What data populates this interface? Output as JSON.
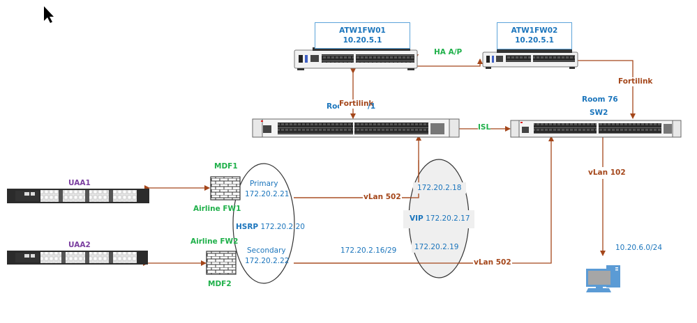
{
  "diagram": {
    "firewalls": [
      {
        "name": "ATW1FW01",
        "ip": "10.20.5.1"
      },
      {
        "name": "ATW1FW02",
        "ip": "10.20.5.1"
      }
    ],
    "ha_label": "HA A/P",
    "fortilink_labels": [
      "Fortilink",
      "Fortilink"
    ],
    "switch1_label": {
      "partial_prefix": "Roo",
      "partial_suffix": "/1"
    },
    "switch2_label": {
      "room": "Room 76",
      "name": "SW2"
    },
    "isl_label": "ISL",
    "servers": [
      {
        "name": "UAA1"
      },
      {
        "name": "UAA2"
      }
    ],
    "airline_firewalls": [
      {
        "site": "MDF1",
        "name": "Airline FW1"
      },
      {
        "site": "MDF2",
        "name": "Airline FW2"
      }
    ],
    "hsrp_group": {
      "primary_label": "Primary",
      "primary_ip": "172.20.2.21",
      "hsrp_prefix": "HSRP",
      "hsrp_ip": "172.20.2.20",
      "secondary_label": "Secondary",
      "secondary_ip": "172.20.2.22"
    },
    "vip_group": {
      "ip_top": "172.20.2.18",
      "vip_prefix": "VIP",
      "vip_ip": "172.20.2.17",
      "ip_bottom": "172.20.2.19"
    },
    "subnet_label": "172.20.2.16/29",
    "vlan_labels": [
      "vLan 502",
      "vLan 502",
      "vLan 102"
    ],
    "client_subnet": "10.20.6.0/24",
    "colors": {
      "link": "#a4461a",
      "label_blue": "#1b75bc",
      "label_green": "#1fb04a",
      "label_purple": "#7b3fa0",
      "box_border": "#5ba3d9",
      "computer": "#5b9bd5"
    }
  }
}
